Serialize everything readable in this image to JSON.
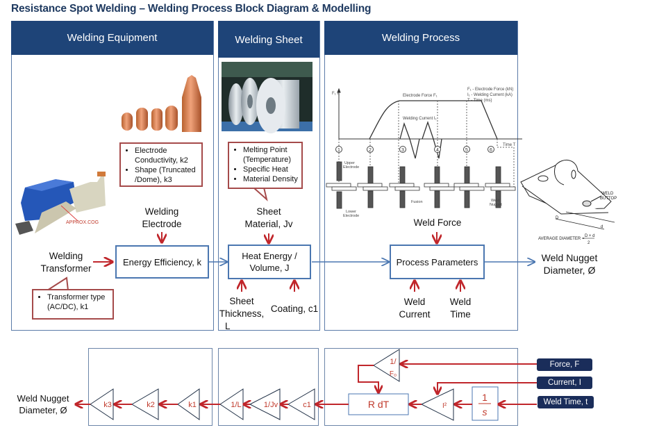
{
  "title": "Resistance Spot Welding – Welding Process Block Diagram & Modelling",
  "panels": {
    "equipment": {
      "header": "Welding Equipment"
    },
    "sheet": {
      "header": "Welding Sheet"
    },
    "process": {
      "header": "Welding Process"
    }
  },
  "equipment": {
    "electrode_callout": [
      "Electrode Conductivity, k2",
      "Shape (Truncated /Dome), k3"
    ],
    "electrode_label_1": "Welding",
    "electrode_label_2": "Electrode",
    "transformer_label_1": "Welding",
    "transformer_label_2": "Transformer",
    "transformer_callout": [
      "Transformer type (AC/DC), k1"
    ],
    "cog_label": "APPROX.COG",
    "efficiency_box": "Energy Efficiency, k"
  },
  "sheet": {
    "material_callout": [
      "Melting Point (Temperature)",
      "Specific Heat",
      "Material Density"
    ],
    "material_label_1": "Sheet",
    "material_label_2": "Material, Jv",
    "heat_box_1": "Heat Energy /",
    "heat_box_2": "Volume, J",
    "thickness_1": "Sheet",
    "thickness_2": "Thickness,",
    "thickness_3": "L",
    "coating": "Coating, c1"
  },
  "process": {
    "graph": {
      "axis_y": "F₁ I₁",
      "electrode_force": "Electrode Force  F₁",
      "welding_current": "Welding Current  I₁",
      "time_axis": "Time  T",
      "legend": [
        "F₁ - Electrode Force (kN)",
        "I₁ - Welding Current (kA)",
        "T  - Time (ms)"
      ],
      "stages": [
        "1",
        "2",
        "3",
        "4",
        "5",
        "6"
      ],
      "upper_electrode": "Upper Electrode",
      "lower_electrode": "Lower Electrode",
      "fusion": "Fusion",
      "weld_nugget": "Weld Nugget"
    },
    "weld_force": "Weld Force",
    "params_box": "Process Parameters",
    "weld_current_1": "Weld",
    "weld_current_2": "Current",
    "weld_time_1": "Weld",
    "weld_time_2": "Time"
  },
  "output": {
    "weld_button": "WELD BUTTON",
    "avg_diameter": "AVERAGE DIAMETER =",
    "formula_num": "D + d",
    "formula_den": "2",
    "dim_D": "D",
    "dim_d": "d",
    "label_1": "Weld Nugget",
    "label_2": "Diameter, Ø"
  },
  "model": {
    "output_1": "Weld Nugget",
    "output_2": "Diameter, Ø",
    "gains": [
      "k3",
      "k2",
      "k1",
      "1/L",
      "1/Jv",
      "c1"
    ],
    "force_gain_1": "1/",
    "force_gain_2": "F₀",
    "rdt_box": "R dT",
    "square_gain": "I²",
    "integrator_num": "1",
    "integrator_den": "s",
    "inputs": [
      "Force, F",
      "Current, I",
      "Weld Time, t"
    ]
  },
  "colors": {
    "header_blue": "#1e4478",
    "box_border": "#4a76b0",
    "arrow_red": "#c0262b",
    "callout_border": "#a54a4a",
    "input_navy": "#1a2d5a"
  }
}
